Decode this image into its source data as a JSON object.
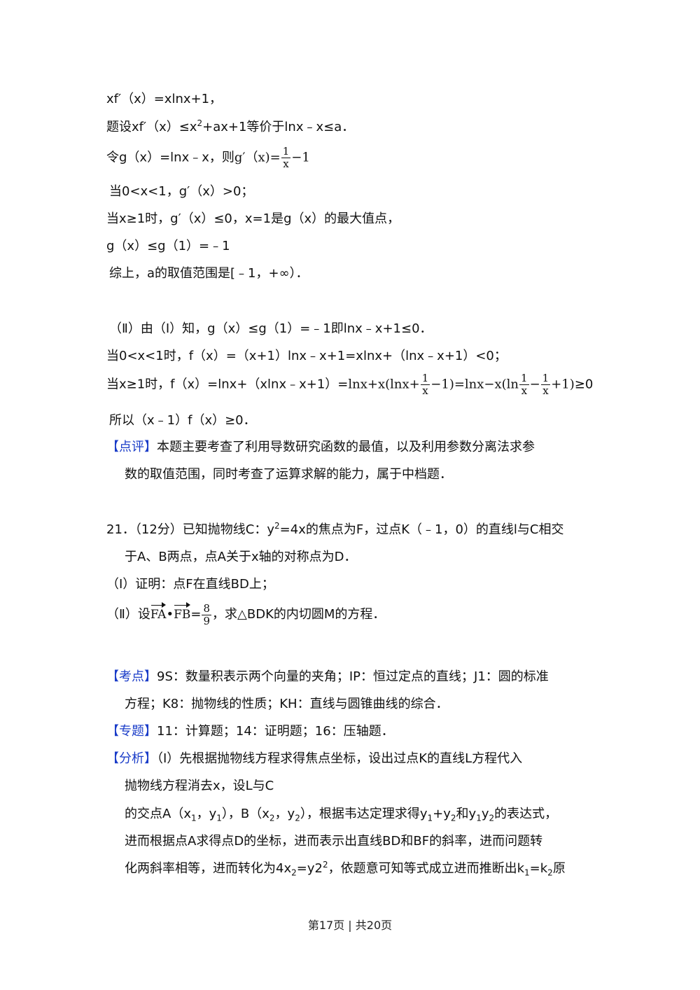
{
  "lines": {
    "l1": "xf′（x）=xlnx+1，",
    "l2": "题设xf′（x）≤x",
    "l2_sup": "2",
    "l2_b": "+ax+1等价于lnx﹣x≤a．",
    "l3_a": "令g（x）=lnx﹣x，则",
    "l3_b": "g′（x)=",
    "l3_num": "1",
    "l3_den": "x",
    "l3_c": "−1",
    "l4": "当0<x<1，g′（x）>0；",
    "l5": "当x≥1时，g′（x）≤0，x=1是g（x）的最大值点，",
    "l6": "g（x）≤g（1）=﹣1",
    "l7": "综上，a的取值范围是[﹣1，+∞）．",
    "l8": "（Ⅱ）由（Ⅰ）知，g（x）≤g（1）=﹣1即lnx﹣x+1≤0．",
    "l9": "当0<x<1时，f（x）=（x+1）lnx﹣x+1=xlnx+（lnx﹣x+1）<0；",
    "l10_a": "当x≥1时，f（x）=lnx+（xlnx﹣x+1）=",
    "l10_b": "lnx+x(lnx+",
    "l10_c": "−1)=lnx−x(ln",
    "l10_d": "−",
    "l10_e": "+1)",
    "l10_f": "≥0",
    "l10_num": "1",
    "l10_den": "x",
    "l11": "所以（x﹣1）f（x）≥0．",
    "comment_tag": "【点评】",
    "comment_1": "本题主要考查了利用导数研究函数的最值，以及利用参数分离法求参",
    "comment_2": "数的取值范围，同时考查了运算求解的能力，属于中档题．",
    "q21_1a": "21．（12分）已知抛物线C：y",
    "q21_sup": "2",
    "q21_1b": "=4x的焦点为F，过点K（﹣1，0）的直线l与C相交",
    "q21_2": "于A、B两点，点A关于x轴的对称点为D．",
    "q21_3": "（Ⅰ）证明：点F在直线BD上；",
    "q21_4a": "（Ⅱ）设",
    "q21_vec1": "FA",
    "q21_dot": "•",
    "q21_vec2": "FB",
    "q21_eq": "=",
    "q21_num": "8",
    "q21_den": "9",
    "q21_4b": "，求△BDK的内切圆M的方程．",
    "kd_tag": "【考点】",
    "kd_1": "9S：数量积表示两个向量的夹角；IP：恒过定点的直线；J1：圆的标准",
    "kd_2": "方程；K8：抛物线的性质；KH：直线与圆锥曲线的综合．",
    "zt_tag": "【专题】",
    "zt_1": "11：计算题；14：证明题；16：压轴题．",
    "fx_tag": "【分析】",
    "fx_1": "（Ⅰ）先根据抛物线方程求得焦点坐标，设出过点K的直线L方程代入",
    "fx_2": "抛物线方程消去x，设L与C",
    "fx_3a": "的交点A（x",
    "fx_3s1": "1",
    "fx_3b": "，y",
    "fx_3s2": "1",
    "fx_3c": "），B（x",
    "fx_3s3": "2",
    "fx_3d": "，y",
    "fx_3s4": "2",
    "fx_3e": "），根据韦达定理求得y",
    "fx_3s5": "1",
    "fx_3f": "+y",
    "fx_3s6": "2",
    "fx_3g": "和y",
    "fx_3s7": "1",
    "fx_3h": "y",
    "fx_3s8": "2",
    "fx_3i": "的表达式，",
    "fx_4": "进而根据点A求得点D的坐标，进而表示出直线BD和BF的斜率，进而问题转",
    "fx_5a": "化两斜率相等，进而转化为4x",
    "fx_5s1": "2",
    "fx_5b": "=y2",
    "fx_5s2": "2",
    "fx_5c": "，依题意可知等式成立进而推断出k",
    "fx_5s3": "1",
    "fx_5d": "=k",
    "fx_5s4": "2",
    "fx_5e": "原"
  },
  "footer": {
    "text": "第17页 | 共20页"
  }
}
